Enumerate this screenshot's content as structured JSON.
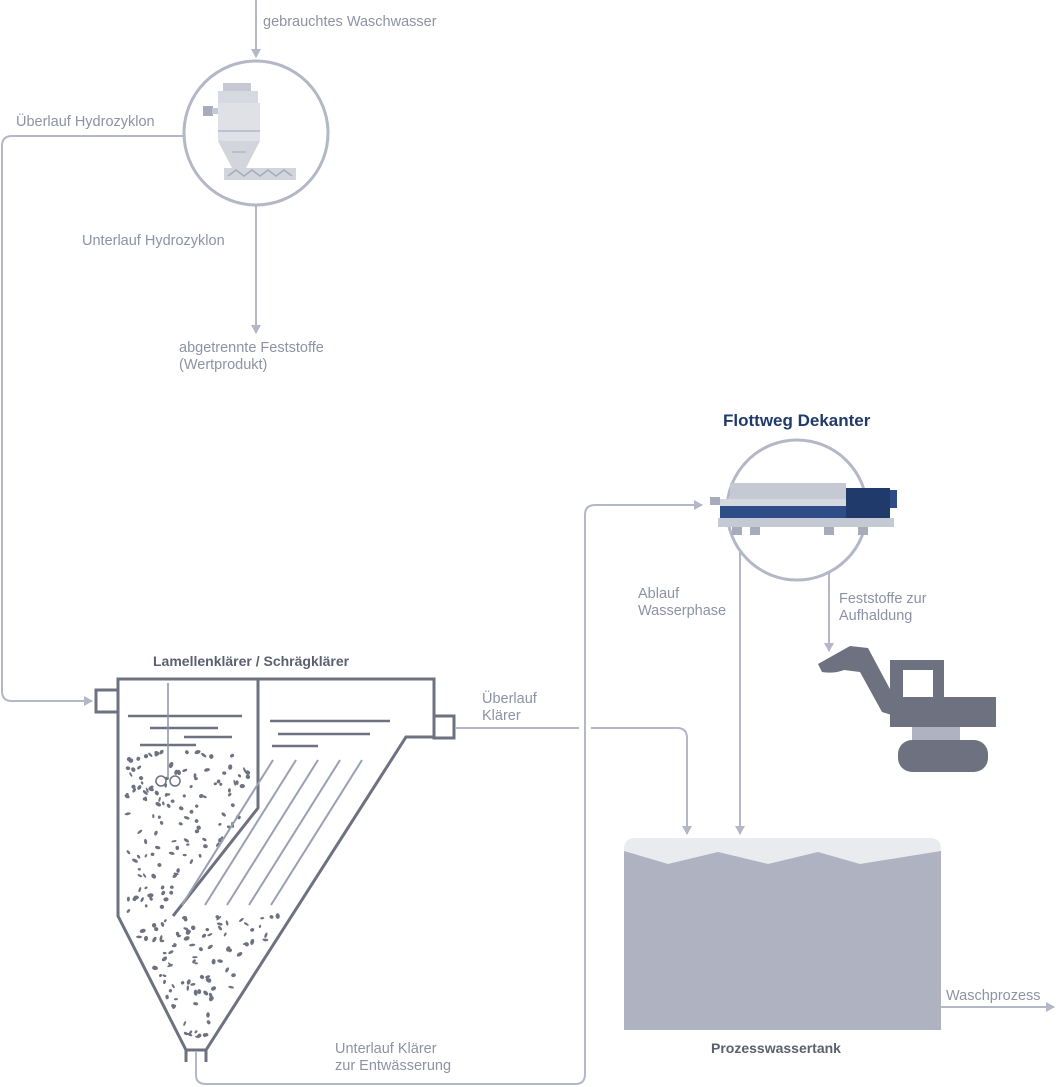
{
  "colors": {
    "line": "#b3b7c6",
    "dark": "#6e7180",
    "navy": "#1f3a6b",
    "tank": "#aeb2c1",
    "tank_top": "#e9ebef"
  },
  "labels": {
    "input": "gebrauchtes Waschwasser",
    "overflow_hydrocyclone": "Überlauf Hydrozyklon",
    "underflow_hydrocyclone": "Unterlauf Hydrozyklon",
    "separated_solids_1": "abgetrennte Feststoffe",
    "separated_solids_2": "(Wertprodukt)",
    "decanter_title": "Flottweg Dekanter",
    "water_phase_1": "Ablauf",
    "water_phase_2": "Wasserphase",
    "solids_heap_1": "Feststoffe zur",
    "solids_heap_2": "Aufhaldung",
    "clarifier_title": "Lamellenklärer / Schrägklärer",
    "clarifier_overflow_1": "Überlauf",
    "clarifier_overflow_2": "Klärer",
    "clarifier_underflow_1": "Unterlauf Klärer",
    "clarifier_underflow_2": "zur Entwässerung",
    "wash_process": "Waschprozess",
    "tank": "Prozesswassertank"
  },
  "icons": [
    "hydrocyclone-icon",
    "decanter-centrifuge-icon",
    "excavator-icon",
    "lamella-clarifier-icon",
    "process-water-tank-icon"
  ]
}
